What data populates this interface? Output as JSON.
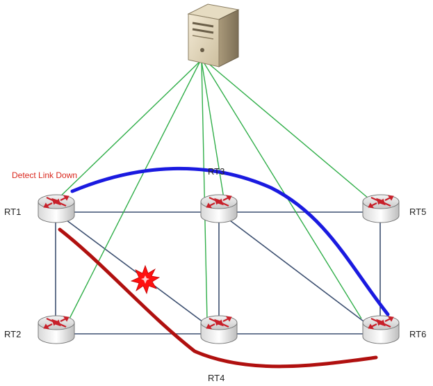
{
  "diagram": {
    "nodes": [
      {
        "id": "RT1",
        "label": "RT1"
      },
      {
        "id": "RT2",
        "label": "RT2"
      },
      {
        "id": "RT3",
        "label": "RT3"
      },
      {
        "id": "RT4",
        "label": "RT4"
      },
      {
        "id": "RT5",
        "label": "RT5"
      },
      {
        "id": "RT6",
        "label": "RT6"
      }
    ],
    "server": {
      "icon": "server-icon"
    },
    "annotation": "Detect Link Down",
    "colors": {
      "link": "#3c4f70",
      "control": "#2fae48",
      "primary_path": "#1a1ae0",
      "backup_path": "#b0100f",
      "failure": "#ff1010"
    }
  }
}
